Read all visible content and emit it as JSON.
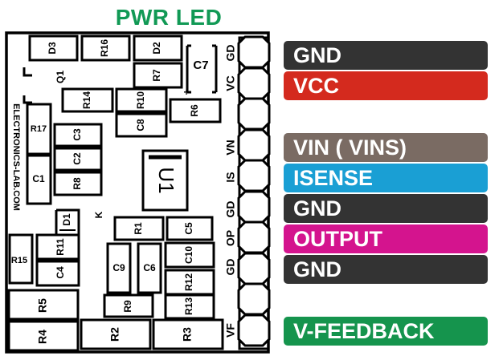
{
  "title": "PWR LED",
  "colors": {
    "title": "#119955",
    "gnd": "#333333",
    "vcc": "#d42a1e",
    "vin": "#7a6b63",
    "isense": "#1a9fd4",
    "output": "#d4148e",
    "vfeedback": "#15944d"
  },
  "side_text": "ELECTRONICS-LAB.COM",
  "components": {
    "D3": "D3",
    "R16": "R16",
    "D2": "D2",
    "C7": "C7",
    "Q1": "Q1",
    "R7": "R7",
    "R14": "R14",
    "R10": "R10",
    "R6": "R6",
    "plus": "+",
    "C8": "C8",
    "R17": "R17",
    "C3": "C3",
    "C2": "C2",
    "C1": "C1",
    "R8": "R8",
    "U1": "U1",
    "D1": "D1",
    "K": "K",
    "R1": "R1",
    "C5": "C5",
    "R11": "R11",
    "R15": "R15",
    "C4": "C4",
    "C9": "C9",
    "C6": "C6",
    "C10": "C10",
    "R12": "R12",
    "R5": "R5",
    "R9": "R9",
    "R13": "R13",
    "R4": "R4",
    "R2": "R2",
    "R3": "R3"
  },
  "pin_silk": [
    "GD",
    "VC",
    "VN",
    "IS",
    "GD",
    "OP",
    "GD",
    "VF"
  ],
  "pins": [
    {
      "label": "GND",
      "color": "#333333"
    },
    {
      "label": "VCC",
      "color": "#d42a1e"
    },
    {
      "label": "VIN ( VINS)",
      "color": "#7a6b63"
    },
    {
      "label": "ISENSE",
      "color": "#1a9fd4"
    },
    {
      "label": "GND",
      "color": "#333333"
    },
    {
      "label": "OUTPUT",
      "color": "#d4148e"
    },
    {
      "label": "GND",
      "color": "#333333"
    },
    {
      "label": "V-FEEDBACK",
      "color": "#15944d"
    }
  ]
}
